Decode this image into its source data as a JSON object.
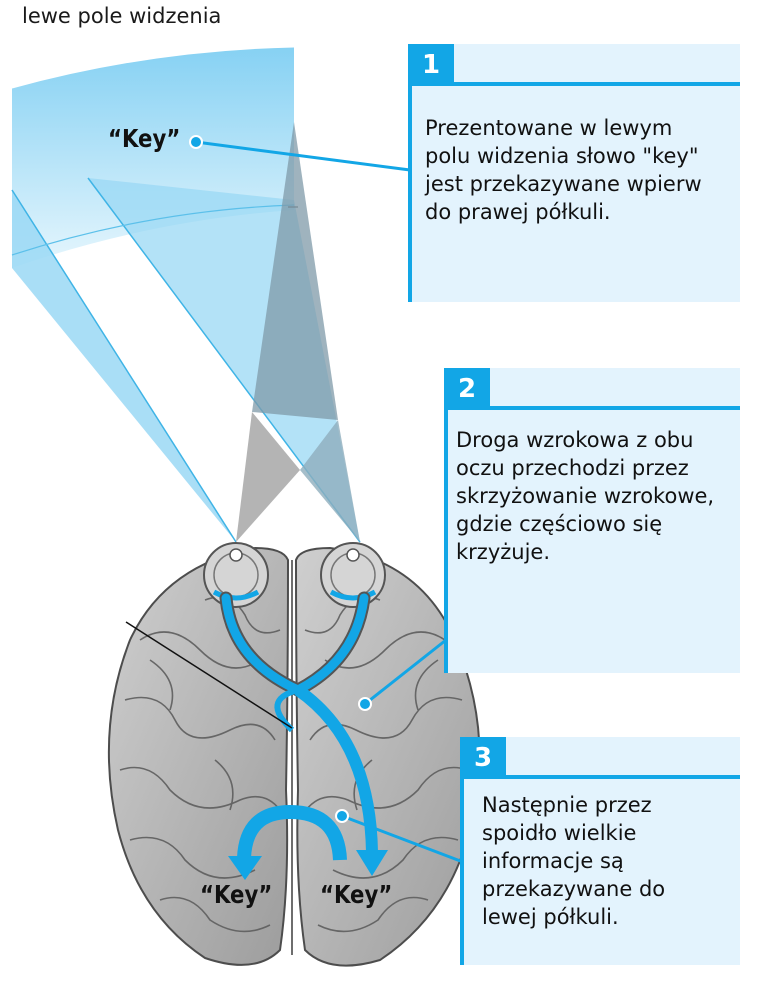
{
  "title": "lewe pole widzenia",
  "word_label": "“Key”",
  "panels": [
    {
      "number": "1",
      "text": "Prezentowane w lewym\npolu widzenia słowo \"key\"\njest przekazywane wpierw\ndo prawej półkuli."
    },
    {
      "number": "2",
      "text": "Droga wzrokowa z obu\noczu przechodzi przez\nskrzyżowanie wzrokowe,\ngdzie częściowo się\nkrzyżuje."
    },
    {
      "number": "3",
      "text": "Następnie przez\nspoidło wielkie\ninformacje są\nprzekazywane do\nlewej półkuli."
    }
  ],
  "bottom_labels": {
    "left": "“Key”",
    "right": "“Key”"
  },
  "colors": {
    "accent": "#12a6e6",
    "panel_bg": "#e3f3fd",
    "field_light": "#dff2fc",
    "field_mid": "#9ad8f4",
    "brain_gray": "#b9b9b9",
    "brain_line": "#5a5a5a"
  }
}
